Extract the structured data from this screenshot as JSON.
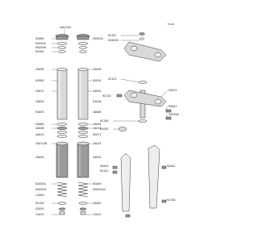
{
  "diagram": {
    "reference_code": "F0008",
    "labels": {
      "l44013A": "44013/A",
      "l92009a": "92009",
      "l92055a": "92055A",
      "l92055b": "92055B",
      "l92200": "92200",
      "l44038a": "44038",
      "l44038b": "44038",
      "l92009b": "92009",
      "l44071": "44071",
      "l44034a": "44034",
      "l44034b": "44034",
      "l92033": "92033",
      "l92034": "92034",
      "l44008a": "44008",
      "l44008b": "44008",
      "l92016": "92016",
      "l44026a": "44026",
      "l44026b": "44026",
      "l44015a": "44015",
      "l44015b": "44015",
      "l92071": "92071",
      "l44013B": "44013/B",
      "l44020a": "44020",
      "l44014": "44014",
      "l92055A2": "92055A",
      "l44025": "44025",
      "l92049": "92049",
      "l92055C": "92055/C",
      "l92055CAC": "92055A/C",
      "l11009": "11009",
      "l92154": "92154",
      "l44005": "44005",
      "l92055d": "92055",
      "l11013a": "11013",
      "l11013b": "11013",
      "l92152": "92152",
      "l92153": "92153",
      "l92002a": "92002A",
      "l92015": "92015",
      "l92110": "92110",
      "l92007": "92007",
      "l13070A": "13070A",
      "l92150": "92150",
      "l92055e": "92055",
      "l92029": "92029",
      "l92151": "92151",
      "l92001": "92001",
      "l92150b": "92150"
    }
  }
}
